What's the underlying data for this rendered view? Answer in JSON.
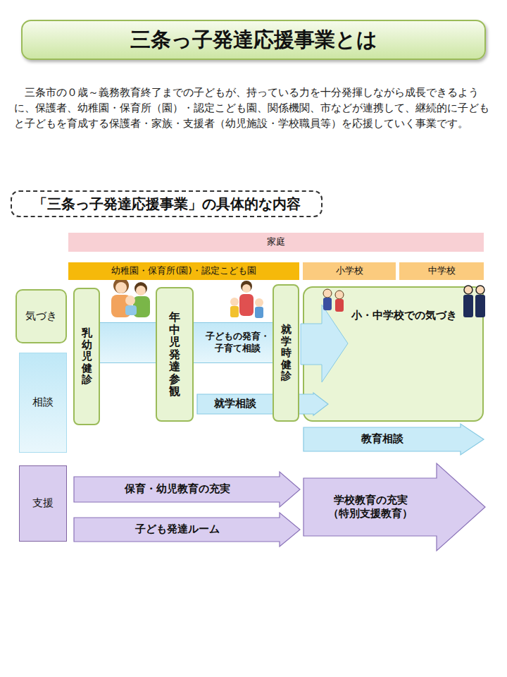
{
  "diagram": {
    "title": "三条っ子発達応援事業とは",
    "nodes": [
      {
        "text": [
          "「三条っ子発達応援事業」の具体的な内容"
        ]
      },
      {
        "text": [
          "家庭"
        ]
      },
      {
        "text": [
          "幼稚園・保育所(園)・認定こども園"
        ]
      },
      {
        "text": [
          "小学校"
        ]
      },
      {
        "text": [
          "中学校"
        ]
      },
      {
        "text": [
          "気づき"
        ]
      },
      {
        "text": [
          "相談"
        ]
      },
      {
        "text": [
          "支援"
        ]
      },
      {
        "text": [
          "乳幼児健診"
        ]
      },
      {
        "text": [
          "子どもの発育・子育て相談"
        ]
      },
      {
        "text": [
          "年中児発達参観"
        ]
      },
      {
        "text": [
          "就学相談"
        ]
      },
      {
        "text": [
          "就学時健診"
        ]
      },
      {
        "text": [
          "小・中学校での気づき"
        ]
      },
      {
        "text": [
          "教育相談"
        ]
      },
      {
        "text": [
          "保育・幼児教育の充実"
        ]
      },
      {
        "text": [
          "子ども発達ルーム"
        ]
      },
      {
        "text": [
          "学校教育の充実 （特別支援教育）"
        ]
      }
    ],
    "labels": [
      "三条市の０歳～義務教育終了までの子どもが、持っている力を十分発揮しながら成長できるように、保護者、幼稚園・保育所（園）・認定こども園、関係機関、市などが連携して、継続的に子どもと子どもを育成する保護者・家族・支援者（幼児施設・学校職員等）を応援していく事業です。"
    ]
  }
}
